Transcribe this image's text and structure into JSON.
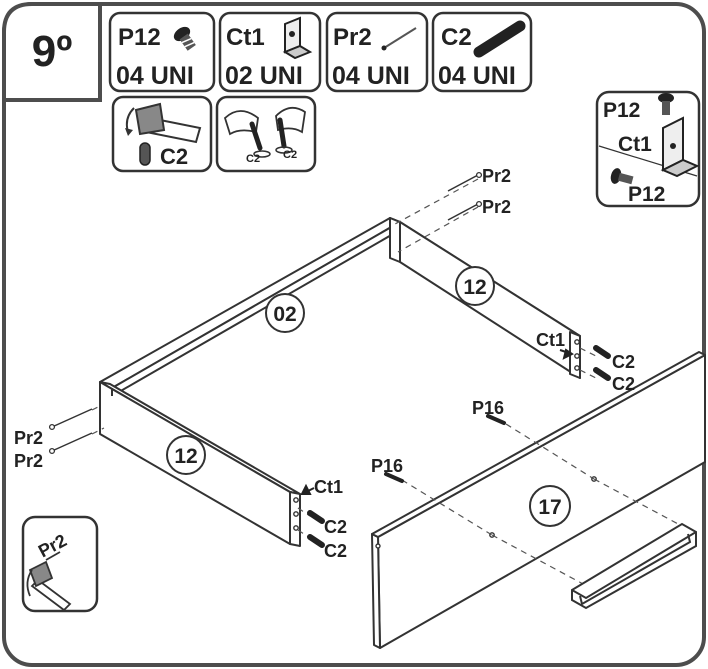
{
  "step": "9º",
  "parts": [
    {
      "code": "P12",
      "qty": "04 UNI",
      "icon": "screw-icon"
    },
    {
      "code": "Ct1",
      "qty": "02 UNI",
      "icon": "angle-bracket-icon"
    },
    {
      "code": "Pr2",
      "qty": "04 UNI",
      "icon": "nail-icon"
    },
    {
      "code": "C2",
      "qty": "04 UNI",
      "icon": "dowel-icon"
    }
  ],
  "tools": {
    "hammer_label": "C2",
    "glue_labels": [
      "C2",
      "C2"
    ],
    "hammer_icon": "hammer-icon",
    "glue_icon": "glue-hands-icon"
  },
  "bracket_detail": {
    "top_label": "P12",
    "mid_label": "Ct1",
    "bottom_label": "P12"
  },
  "panels": {
    "back": "02",
    "side_right": "12",
    "side_left": "12",
    "front": "17"
  },
  "callouts": {
    "pr2_top_1": "Pr2",
    "pr2_top_2": "Pr2",
    "pr2_left_1": "Pr2",
    "pr2_left_2": "Pr2",
    "ct1_right": "Ct1",
    "c2_right_1": "C2",
    "c2_right_2": "C2",
    "ct1_left": "Ct1",
    "c2_left_1": "C2",
    "c2_left_2": "C2",
    "p16_1": "P16",
    "p16_2": "P16"
  },
  "nail_hint": {
    "label": "Pr2",
    "icon": "hammer-nail-icon"
  },
  "colors": {
    "frame": "#4d4d4d",
    "ink": "#222222"
  }
}
